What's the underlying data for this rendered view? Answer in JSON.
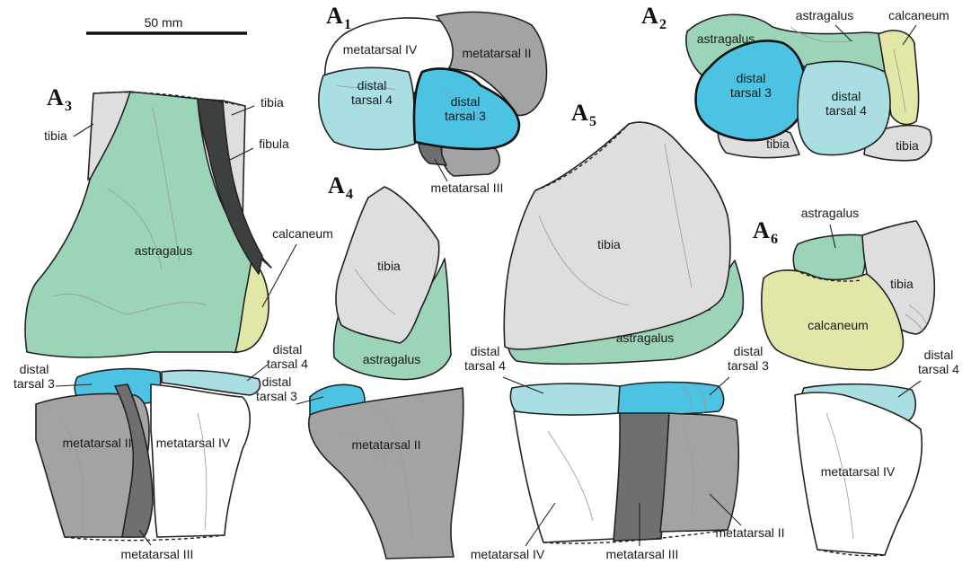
{
  "colors": {
    "astragalus": "#9bd4b7",
    "calcaneum": "#e2e6a6",
    "tibia": "#dedede",
    "fibula": "#3d4040",
    "distal_tarsal_3": "#4cc3e3",
    "distal_tarsal_4": "#a9dfe3",
    "metatarsal_II": "#a3a3a3",
    "metatarsal_III": "#6f6f6f",
    "metatarsal_IV": "#ffffff"
  },
  "scale_bar": {
    "label": "50 mm"
  },
  "panels": {
    "a1": {
      "letter": "A",
      "sub": "1",
      "labels": {
        "mt4": "metatarsal IV",
        "mt2": "metatarsal II",
        "dt4": "distal\ntarsal 4",
        "dt3": "distal\ntarsal 3",
        "mt3": "metatarsal III"
      }
    },
    "a2": {
      "letter": "A",
      "sub": "2",
      "labels": {
        "astragalus_a": "astragalus",
        "astragalus_b": "astragalus",
        "calcaneum": "calcaneum",
        "dt3": "distal\ntarsal 3",
        "dt4": "distal\ntarsal 4",
        "tibia_a": "tibia",
        "tibia_b": "tibia"
      }
    },
    "a3": {
      "letter": "A",
      "sub": "3",
      "labels": {
        "tibia_r": "tibia",
        "tibia_l": "tibia",
        "fibula": "fibula",
        "astragalus": "astragalus",
        "calcaneum": "calcaneum",
        "dt3": "distal\ntarsal 3",
        "dt4": "distal\ntarsal 4",
        "mt2": "metatarsal II",
        "mt4": "metatarsal IV",
        "mt3": "metatarsal III"
      }
    },
    "a4": {
      "letter": "A",
      "sub": "4",
      "labels": {
        "tibia": "tibia",
        "astragalus": "astragalus",
        "dt3": "distal\ntarsal 3",
        "mt2": "metatarsal II"
      }
    },
    "a5": {
      "letter": "A",
      "sub": "5",
      "labels": {
        "tibia": "tibia",
        "astragalus": "astragalus",
        "dt4": "distal\ntarsal 4",
        "dt3": "distal\ntarsal 3",
        "mt4": "metatarsal IV",
        "mt3": "metatarsal III",
        "mt2": "metatarsal II"
      }
    },
    "a6": {
      "letter": "A",
      "sub": "6",
      "labels": {
        "astragalus": "astragalus",
        "tibia": "tibia",
        "calcaneum": "calcaneum",
        "dt4": "distal\ntarsal 4",
        "mt4": "metatarsal IV"
      }
    }
  }
}
